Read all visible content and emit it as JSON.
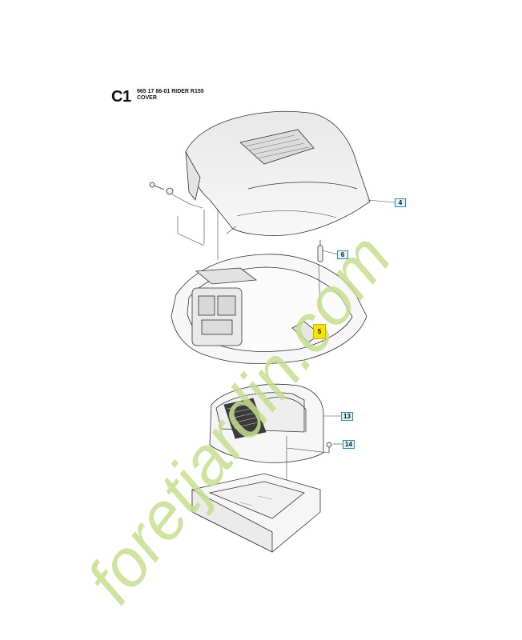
{
  "header": {
    "section_code": "C1",
    "line1": "965 17 86-01 RIDER R155",
    "line2": "COVER"
  },
  "callouts": [
    {
      "id": "4",
      "highlight": false
    },
    {
      "id": "6",
      "highlight": false
    },
    {
      "id": "5",
      "highlight": true
    },
    {
      "id": "13",
      "highlight": false
    },
    {
      "id": "14",
      "highlight": false
    }
  ],
  "watermark": {
    "text": "foretjardin.com",
    "color": "#c6de8e"
  },
  "colors": {
    "line": "#333333",
    "callout_border": "#2d8fb0",
    "callout_fill": "#dff2f8",
    "highlight_fill": "#f7e300"
  }
}
